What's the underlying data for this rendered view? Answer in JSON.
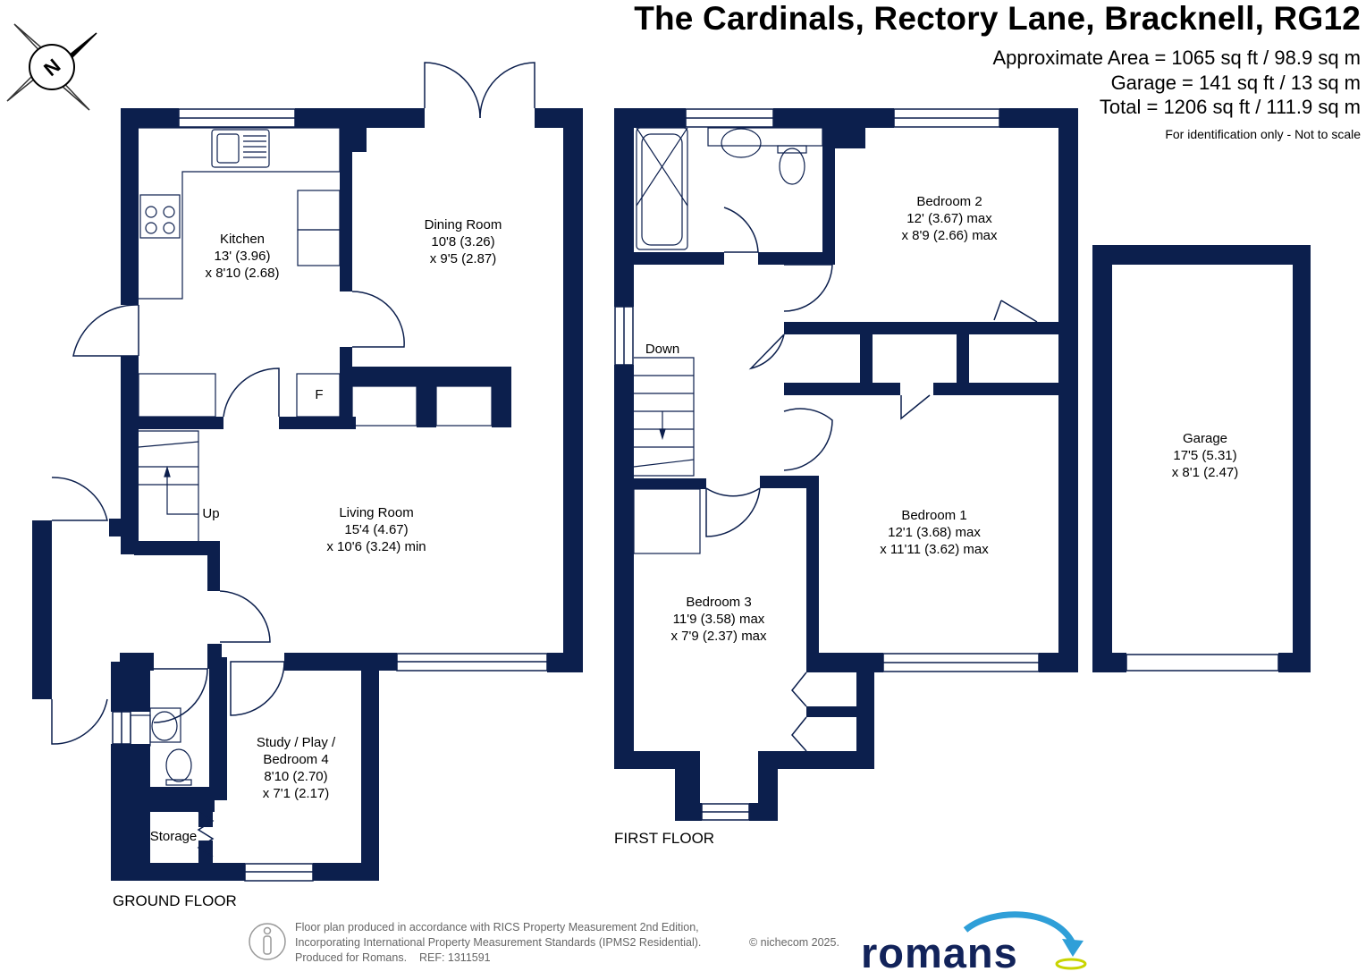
{
  "header": {
    "title": "The Cardinals, Rectory Lane, Bracknell, RG12",
    "area_approx": "Approximate Area = 1065 sq ft / 98.9 sq m",
    "area_garage": "Garage = 141 sq ft / 13 sq m",
    "area_total": "Total = 1206 sq ft / 111.9 sq m",
    "disclaimer": "For identification only - Not to scale"
  },
  "compass": {
    "icon": "compass-north-icon",
    "label": "N"
  },
  "ground_floor": {
    "label": "GROUND FLOOR",
    "kitchen": {
      "name": "Kitchen",
      "dim1": "13' (3.96)",
      "dim2": "x 8'10 (2.68)"
    },
    "dining": {
      "name": "Dining Room",
      "dim1": "10'8 (3.26)",
      "dim2": "x 9'5 (2.87)"
    },
    "living": {
      "name": "Living Room",
      "dim1": "15'4 (4.67)",
      "dim2": "x 10'6 (3.24) min"
    },
    "study": {
      "name1": "Study / Play /",
      "name2": "Bedroom 4",
      "dim1": "8'10 (2.70)",
      "dim2": "x 7'1 (2.17)"
    },
    "storage": "Storage",
    "fridge": "F",
    "stairs": "Up"
  },
  "first_floor": {
    "label": "FIRST FLOOR",
    "bed2": {
      "name": "Bedroom 2",
      "dim1": "12' (3.67) max",
      "dim2": "x 8'9 (2.66) max"
    },
    "bed1": {
      "name": "Bedroom 1",
      "dim1": "12'1 (3.68) max",
      "dim2": "x 11'11 (3.62) max"
    },
    "bed3": {
      "name": "Bedroom 3",
      "dim1": "11'9 (3.58) max",
      "dim2": "x 7'9 (2.37) max"
    },
    "stairs": "Down"
  },
  "garage": {
    "name": "Garage",
    "dim1": "17'5 (5.31)",
    "dim2": "x 8'1 (2.47)"
  },
  "footer": {
    "line1": "Floor plan produced in accordance with RICS Property Measurement 2nd Edition,",
    "line2": "Incorporating International Property Measurement Standards (IPMS2 Residential).",
    "line3": "Produced for Romans.    REF: 1311591",
    "copyright": "© nichecom 2025.",
    "logo": "romans"
  },
  "colors": {
    "wall": "#0c1f4d",
    "logo": "#12235a",
    "logo_accent": "#2f9fd8",
    "logo_ring": "#c8d400"
  }
}
